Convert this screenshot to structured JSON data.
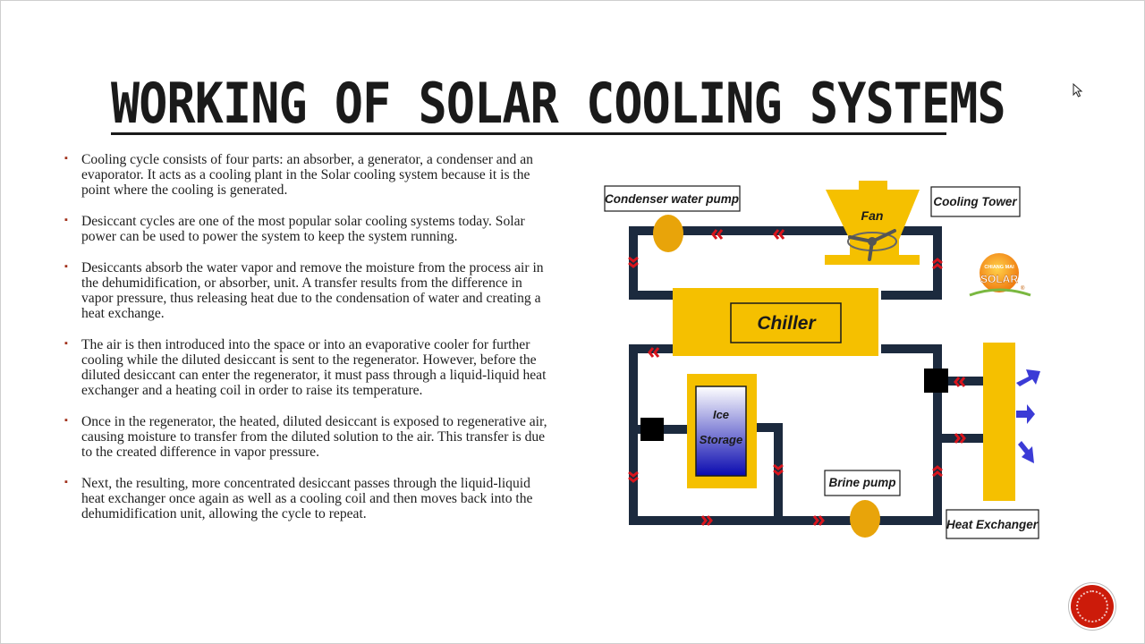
{
  "slide": {
    "title": "WORKING OF SOLAR COOLING SYSTEMS",
    "bullets": [
      "Cooling cycle consists of four parts: an absorber, a generator, a condenser and an evaporator. It acts as a cooling plant in the Solar cooling system because it is the point where the cooling is generated.",
      "Desiccant cycles are one of the most popular solar cooling systems today. Solar power can be used to power the system to keep the system running.",
      "Desiccants absorb the water vapor and remove the moisture from the process air in the dehumidification, or absorber, unit. A transfer results from the difference in vapor pressure, thus releasing heat due to the condensation of water and creating a heat exchange.",
      "The air is then introduced into the space or into an evaporative cooler for further cooling while the diluted desiccant is sent to the regenerator. However, before the diluted desiccant can enter the regenerator, it must pass through a liquid-liquid heat exchanger and a heating coil in order to raise its temperature.",
      "Once in the regenerator, the heated, diluted desiccant is exposed to regenerative air, causing moisture to transfer from the diluted solution to the air. This transfer is due to the created difference in vapor pressure.",
      "Next, the resulting, more concentrated desiccant passes through the liquid-liquid heat exchanger once again as well as a cooling coil and then moves back into the dehumidification unit, allowing the cycle to repeat."
    ],
    "bullet_marker": "▪"
  },
  "diagram": {
    "labels": {
      "condenser_water_pump": "Condenser water pump",
      "cooling_tower": "Cooling Tower",
      "fan": "Fan",
      "chiller": "Chiller",
      "ice_storage_line1": "Ice",
      "ice_storage_line2": "Storage",
      "brine_pump": "Brine pump",
      "heat_exchanger": "Heat Exchanger"
    },
    "logo": {
      "line1": "CHIANG MAI",
      "line2": "SOLAR",
      "mark": "®"
    },
    "colors": {
      "pipe": "#1c2a3e",
      "equipment": "#f5c000",
      "pump": "#e8a40a",
      "flow_arrow": "#d8141c",
      "air_arrow": "#3b3bd6",
      "ice_gradient_top": "#ffffff",
      "ice_gradient_bottom": "#0a0ab0",
      "valve": "#000000"
    },
    "icons": [
      "fan-icon",
      "pump-icon",
      "flow-arrow-icon",
      "air-arrow-icon",
      "valve-icon"
    ]
  },
  "controls": {
    "nav_button_color": "#cc1b0a"
  }
}
